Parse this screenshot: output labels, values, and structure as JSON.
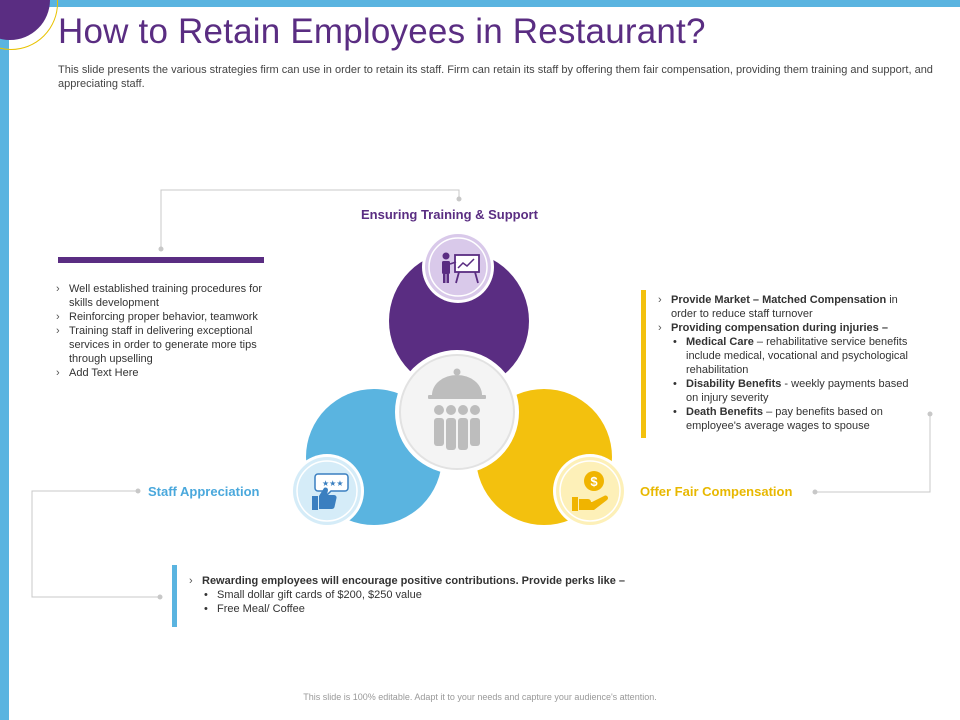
{
  "title": "How to Retain Employees in Restaurant?",
  "subtitle": "This slide presents the various strategies firm can use in order to retain its staff. Firm can retain its staff by offering them fair compensation, providing them training and support, and appreciating staff.",
  "footer": "This slide is 100% editable. Adapt it to your needs and capture your audience's attention.",
  "colors": {
    "purple": "#5a2d82",
    "blue": "#5ab4e0",
    "yellow": "#f3c10e"
  },
  "training": {
    "label": "Ensuring Training & Support",
    "icon": "presentation-board-icon",
    "items": [
      "Well established training procedures for skills development",
      "Reinforcing proper behavior, teamwork",
      "Training staff in delivering exceptional services in order to generate more tips through upselling",
      "Add Text Here"
    ]
  },
  "compensation": {
    "label": "Offer Fair Compensation",
    "icon": "dollar-hand-icon",
    "item1_bold": "Provide Market – Matched Compensation",
    "item1_rest": " in order to reduce staff turnover",
    "item2_bold": "Providing  compensation during injuries –",
    "subitems": [
      {
        "bold": "Medical Care",
        "rest": " – rehabilitative service benefits include medical, vocational and psychological rehabilitation"
      },
      {
        "bold": "Disability  Benefits",
        "rest": " -  weekly payments based on injury severity"
      },
      {
        "bold": "Death Benefits",
        "rest": " – pay benefits based on employee's average wages to spouse"
      }
    ]
  },
  "appreciation": {
    "label": "Staff Appreciation",
    "icon": "thumbs-up-stars-icon",
    "item_bold": "Rewarding employees will encourage positive contributions.  Provide perks like –",
    "subitems": [
      "Small dollar gift cards of $200, $250 value",
      "Free Meal/ Coffee"
    ]
  },
  "center_icon": "restaurant-staff-cloche-icon"
}
